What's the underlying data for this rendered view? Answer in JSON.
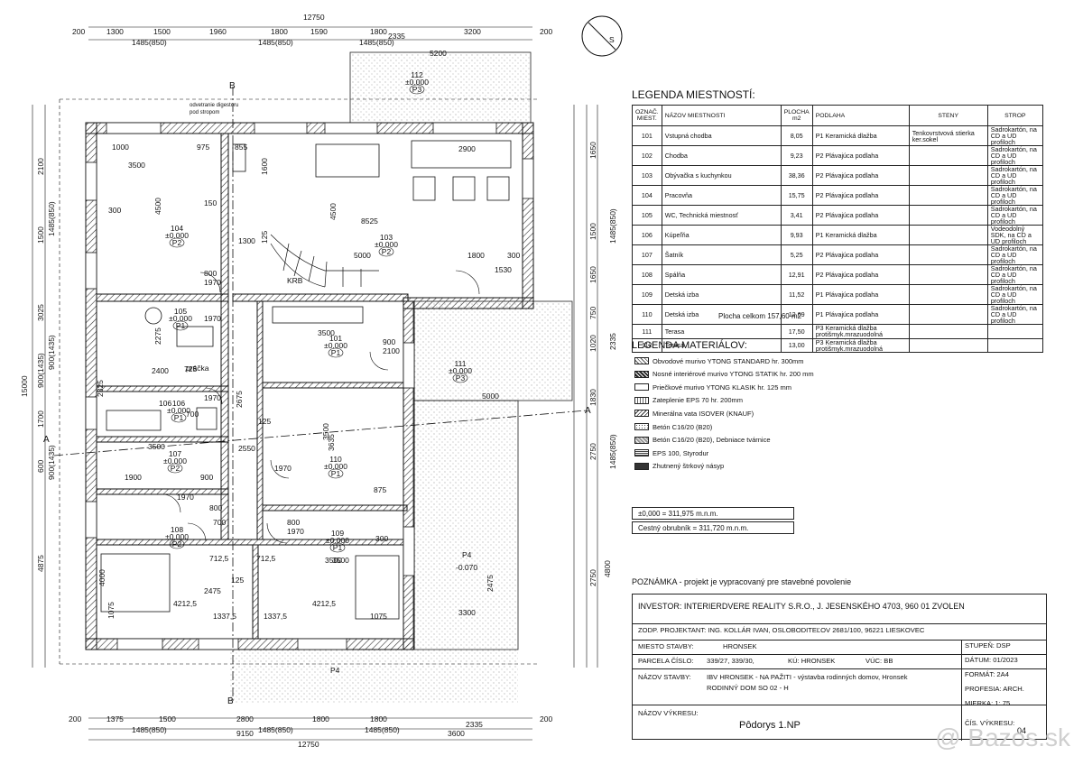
{
  "plan": {
    "dims_top_row1": [
      "200",
      "1300",
      "1500",
      "1960",
      "1800",
      "1590",
      "1800",
      "3200",
      "200"
    ],
    "dims_top_sub": [
      "1485(850)",
      "1485(850)",
      "1485(850)"
    ],
    "dim_top_total": "12750",
    "dim_top_2335": "2335",
    "dim_terrace_top": "5200",
    "dims_bottom_row1": [
      "200",
      "1375",
      "1500",
      "2800",
      "1800",
      "1800",
      "200"
    ],
    "dims_bottom_sub": [
      "1485(850)",
      "1485(850)",
      "1485(850)"
    ],
    "dim_bottom_9150": "9150",
    "dim_bottom_3600": "3600",
    "dim_bottom_2335": "2335",
    "dim_bottom_total": "12750",
    "dims_left": [
      "2100",
      "1500",
      "3025",
      "900(1435)",
      "1700",
      "600",
      "4875"
    ],
    "dims_left_sub": [
      "1485(850)",
      "900(1435)",
      "900(1435)"
    ],
    "dim_left_total": "15000",
    "dims_right": [
      "1650",
      "1500",
      "1650",
      "750",
      "1020",
      "1830",
      "2750",
      "2750"
    ],
    "dims_right_sub": [
      "1485(850)",
      "2335",
      "1485(850)"
    ],
    "dim_right_total": "4800",
    "section_labels": [
      "B",
      "B",
      "A",
      "A"
    ],
    "north_label": "S",
    "hood_note": [
      "odvetranie digestoru",
      "pod stropom"
    ],
    "krb": "KRB",
    "pracka": "práčka",
    "rooms": [
      {
        "num": "104",
        "level": "±0.000",
        "floor": "P2"
      },
      {
        "num": "103",
        "level": "±0.000",
        "floor": "P2"
      },
      {
        "num": "105",
        "level": "±0.000",
        "floor": "P1"
      },
      {
        "num": "101",
        "level": "±0.000",
        "floor": "P1"
      },
      {
        "num": "106",
        "level": "±0.000",
        "floor": "P1"
      },
      {
        "num": "107",
        "level": "±0.000",
        "floor": "P2"
      },
      {
        "num": "110",
        "level": "±0.000",
        "floor": "P1"
      },
      {
        "num": "108",
        "level": "±0.000",
        "floor": "P2"
      },
      {
        "num": "109",
        "level": "±0.000",
        "floor": "P1"
      },
      {
        "num": "111",
        "level": "±0.000",
        "floor": "P3"
      },
      {
        "num": "112",
        "level": "±0.000",
        "floor": "P3"
      }
    ],
    "outside_p4": "P4",
    "outside_level": "-0.070",
    "outside_p4_bottom": "P4",
    "inner_dims": [
      "1000",
      "975",
      "855",
      "2900",
      "3500",
      "1600",
      "4500",
      "300",
      "8525",
      "150",
      "1300",
      "125",
      "4500",
      "5000",
      "1800",
      "1530",
      "300",
      "800",
      "1970",
      "1970",
      "2275",
      "2400",
      "2325",
      "725",
      "106",
      "700",
      "1970",
      "3500",
      "1900",
      "900",
      "1970",
      "2675",
      "2550",
      "1970",
      "800",
      "800",
      "1970",
      "700",
      "3500",
      "125",
      "3635",
      "5000",
      "3500",
      "875",
      "900",
      "2100",
      "3500",
      "4000",
      "4212,5",
      "712,5",
      "712,5",
      "125",
      "2475",
      "1075",
      "1337,5",
      "1337,5",
      "4212,5",
      "3500",
      "1075",
      "300",
      "2475",
      "3300"
    ]
  },
  "legend_rooms": {
    "title": "LEGENDA MIESTNOSTÍ:",
    "headers": [
      "OZNAČ. MIEST.",
      "NÁZOV MIESTNOSTI",
      "PLOCHA m2",
      "PODLAHA",
      "STENY",
      "STROP"
    ],
    "rows": [
      {
        "id": "101",
        "name": "Vstupná chodba",
        "area": "8,05",
        "code": "P1",
        "floor": "Keramická dlažba",
        "walls": "Tenkovrstvová stierka ker.sokel",
        "ceiling": "Sadrokartón, na CD a UD profiloch"
      },
      {
        "id": "102",
        "name": "Chodba",
        "area": "9,23",
        "code": "P2",
        "floor": "Plávajúca podlaha",
        "walls": "",
        "ceiling": "Sadrokartón, na CD a UD profiloch"
      },
      {
        "id": "103",
        "name": "Obývačka s kuchynkou",
        "area": "38,36",
        "code": "P2",
        "floor": "Plávajúca podlaha",
        "walls": "",
        "ceiling": "Sadrokartón, na CD a UD profiloch"
      },
      {
        "id": "104",
        "name": "Pracovňa",
        "area": "15,75",
        "code": "P2",
        "floor": "Plávajúca podlaha",
        "walls": "",
        "ceiling": "Sadrokartón, na CD a UD profiloch"
      },
      {
        "id": "105",
        "name": "WC, Technická miestnosť",
        "area": "3,41",
        "code": "P2",
        "floor": "Plávajúca podlaha",
        "walls": "",
        "ceiling": "Sadrokartón, na CD a UD profiloch"
      },
      {
        "id": "106",
        "name": "Kúpeľňa",
        "area": "9,93",
        "code": "P1",
        "floor": "Keramická dlažba",
        "walls": "",
        "ceiling": "Vodeodolný SDK, na CD a UD profiloch"
      },
      {
        "id": "107",
        "name": "Šatník",
        "area": "5,25",
        "code": "P2",
        "floor": "Plávajúca podlaha",
        "walls": "",
        "ceiling": "Sadrokartón, na CD a UD profiloch"
      },
      {
        "id": "108",
        "name": "Spálňa",
        "area": "12,91",
        "code": "P2",
        "floor": "Plávajúca podlaha",
        "walls": "",
        "ceiling": "Sadrokartón, na CD a UD profiloch"
      },
      {
        "id": "109",
        "name": "Detská izba",
        "area": "11,52",
        "code": "P1",
        "floor": "Plávajúca podlaha",
        "walls": "",
        "ceiling": "Sadrokartón, na CD a UD profiloch"
      },
      {
        "id": "110",
        "name": "Detská izba",
        "area": "12,69",
        "code": "P1",
        "floor": "Plávajúca podlaha",
        "walls": "",
        "ceiling": "Sadrokartón, na CD a UD profiloch"
      },
      {
        "id": "111",
        "name": "Terasa",
        "area": "17,50",
        "code": "P3",
        "floor": "Keramická dlažba protišmyk.mrazuodolná",
        "walls": "",
        "ceiling": ""
      },
      {
        "id": "112",
        "name": "Terasa",
        "area": "13,00",
        "code": "P3",
        "floor": "Keramická dlažba protišmyk.mrazuodolná",
        "walls": "",
        "ceiling": ""
      }
    ],
    "total": "Plocha celkom  157,60 m2"
  },
  "legend_materials": {
    "title": "LEGENDA MATERIÁLOV:",
    "items": [
      "Obvodové murivo YTONG STANDARD hr. 300mm",
      "Nosné interiérové murivo YTONG STATIK hr. 200 mm",
      "Priečkové murivo YTONG KLASIK hr. 125 mm",
      "Zateplenie EPS 70 hr. 200mm",
      "Minerálna vata  ISOVER (KNAUF)",
      "Betón  C16/20 (B20)",
      "Betón  C16/20 (B20), Debniace tvárnice",
      "EPS 100, Styrodur",
      "Zhutnený štrkový násyp"
    ]
  },
  "levels": {
    "zero": "±0,000  =  311,975 m.n.m.",
    "curb": "Cestný obrubník  =  311,720 m.n.m."
  },
  "note": "POZNÁMKA - projekt je vypracovaný pre stavebné povolenie",
  "title_block": {
    "investor": "INVESTOR:   INTERIERDVERE REALITY S.R.O.,  J. JESENSKÉHO 4703, 960 01 ZVOLEN",
    "designer": "ZODP. PROJEKTANT:  ING. KOLLÁR  IVAN, OSLOBODITEĽOV 2681/100,  96221 LIESKOVEC",
    "site_label": "MIESTO STAVBY:",
    "site": "HRONSEK",
    "parcel_label": "PARCELA ČÍSLO:",
    "parcel": "339/27,  339/30,",
    "ku_label": "KÚ: HRONSEK",
    "vuc_label": "VÚC: BB",
    "name_label": "NÁZOV STAVBY:",
    "name_line1": "IBV HRONSEK - NA PAŽITI - výstavba rodinných domov, Hronsek",
    "name_line2": "RODINNÝ  DOM  SO 02 -  H",
    "drawing_label": "NÁZOV VÝKRESU:",
    "drawing": "Pôdorys 1.NP",
    "stage": "STUPEŇ:  DSP",
    "date": "DÁTUM:    01/2023",
    "format": "FORMÁT:  2A4",
    "profession": "PROFESIA:  ARCH.",
    "scale": "MIERKA:  1: 75",
    "sheet_label": "ČÍS. VÝKRESU:",
    "sheet": "04"
  },
  "watermark": "@ Bazos.sk",
  "colors": {
    "line": "#111111",
    "hatch": "#444444",
    "terrace": "#dcdcdc"
  }
}
